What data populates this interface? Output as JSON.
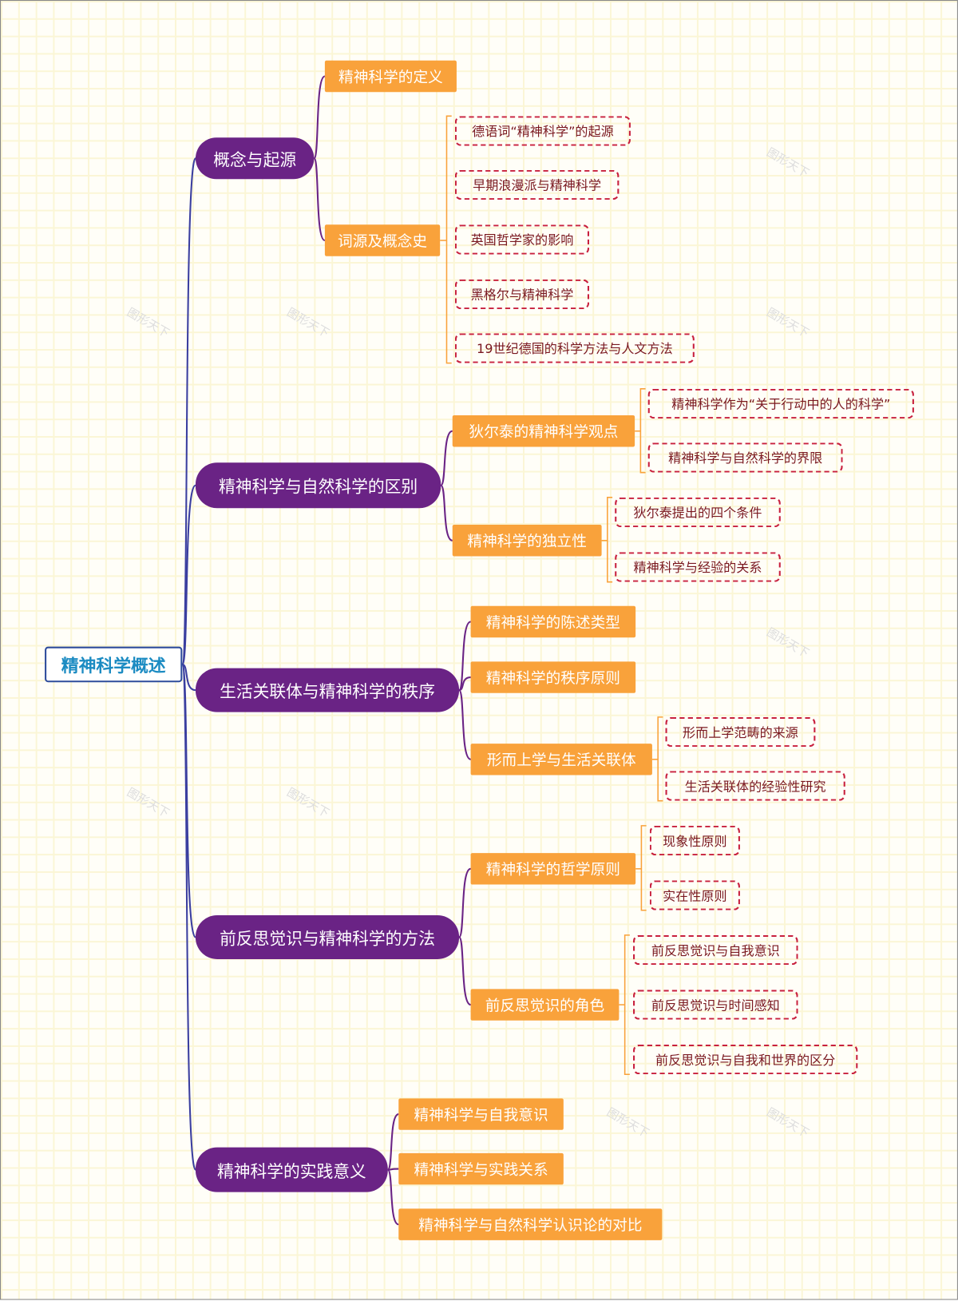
{
  "root": {
    "label": "精神科学概述"
  },
  "branches": [
    {
      "label": "概念与起源",
      "children": [
        {
          "label": "精神科学的定义",
          "children": []
        },
        {
          "label": "词源及概念史",
          "children": [
            {
              "label": "德语词“精神科学”的起源"
            },
            {
              "label": "早期浪漫派与精神科学"
            },
            {
              "label": "英国哲学家的影响"
            },
            {
              "label": "黑格尔与精神科学"
            },
            {
              "label": "19世纪德国的科学方法与人文方法"
            }
          ]
        }
      ]
    },
    {
      "label": "精神科学与自然科学的区别",
      "children": [
        {
          "label": "狄尔泰的精神科学观点",
          "children": [
            {
              "label": "精神科学作为“关于行动中的人的科学”"
            },
            {
              "label": "精神科学与自然科学的界限"
            }
          ]
        },
        {
          "label": "精神科学的独立性",
          "children": [
            {
              "label": "狄尔泰提出的四个条件"
            },
            {
              "label": "精神科学与经验的关系"
            }
          ]
        }
      ]
    },
    {
      "label": "生活关联体与精神科学的秩序",
      "children": [
        {
          "label": "精神科学的陈述类型",
          "children": []
        },
        {
          "label": "精神科学的秩序原则",
          "children": []
        },
        {
          "label": "形而上学与生活关联体",
          "children": [
            {
              "label": "形而上学范畴的来源"
            },
            {
              "label": "生活关联体的经验性研究"
            }
          ]
        }
      ]
    },
    {
      "label": "前反思觉识与精神科学的方法",
      "children": [
        {
          "label": "精神科学的哲学原则",
          "children": [
            {
              "label": "现象性原则"
            },
            {
              "label": "实在性原则"
            }
          ]
        },
        {
          "label": "前反思觉识的角色",
          "children": [
            {
              "label": "前反思觉识与自我意识"
            },
            {
              "label": "前反思觉识与时间感知"
            },
            {
              "label": "前反思觉识与自我和世界的区分"
            }
          ]
        }
      ]
    },
    {
      "label": "精神科学的实践意义",
      "children": [
        {
          "label": "精神科学与自我意识",
          "children": []
        },
        {
          "label": "精神科学与实践关系",
          "children": []
        },
        {
          "label": "精神科学与自然科学认识论的对比",
          "children": []
        }
      ]
    }
  ],
  "watermark": "图形天下",
  "colors": {
    "root_border": "#2e4c9c",
    "level1": "#6a2385",
    "level2": "#f9a23b",
    "level3_border": "#c8203e"
  }
}
